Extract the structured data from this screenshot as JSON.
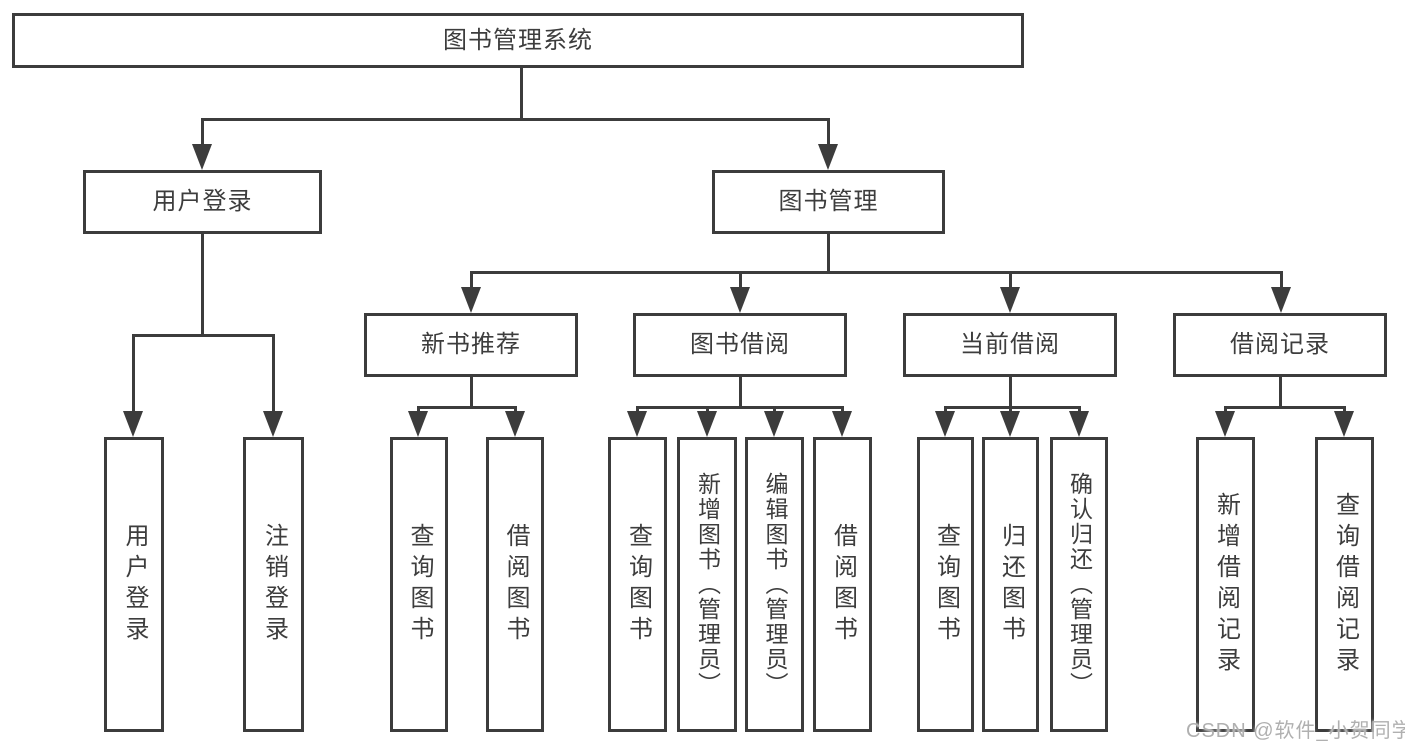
{
  "diagram": {
    "root": {
      "label": "图书管理系统"
    },
    "children": [
      {
        "label": "用户登录",
        "children": [
          {
            "label": "用户登录"
          },
          {
            "label": "注销登录"
          }
        ]
      },
      {
        "label": "图书管理",
        "children": [
          {
            "label": "新书推荐",
            "children": [
              {
                "label": "查询图书"
              },
              {
                "label": "借阅图书"
              }
            ]
          },
          {
            "label": "图书借阅",
            "children": [
              {
                "label": "查询图书"
              },
              {
                "label": "新增图书（管理员）"
              },
              {
                "label": "编辑图书（管理员）"
              },
              {
                "label": "借阅图书"
              }
            ]
          },
          {
            "label": "当前借阅",
            "children": [
              {
                "label": "查询图书"
              },
              {
                "label": "归还图书"
              },
              {
                "label": "确认归还（管理员）"
              }
            ]
          },
          {
            "label": "借阅记录",
            "children": [
              {
                "label": "新增借阅记录"
              },
              {
                "label": "查询借阅记录"
              }
            ]
          }
        ]
      }
    ]
  },
  "watermark": {
    "text": "CSDN @软件_小贺同学"
  },
  "colors": {
    "line": "#3c3c3c",
    "text": "#3d3d3d",
    "page_bg": "#ffffff",
    "watermark": "#b0b0b0"
  }
}
